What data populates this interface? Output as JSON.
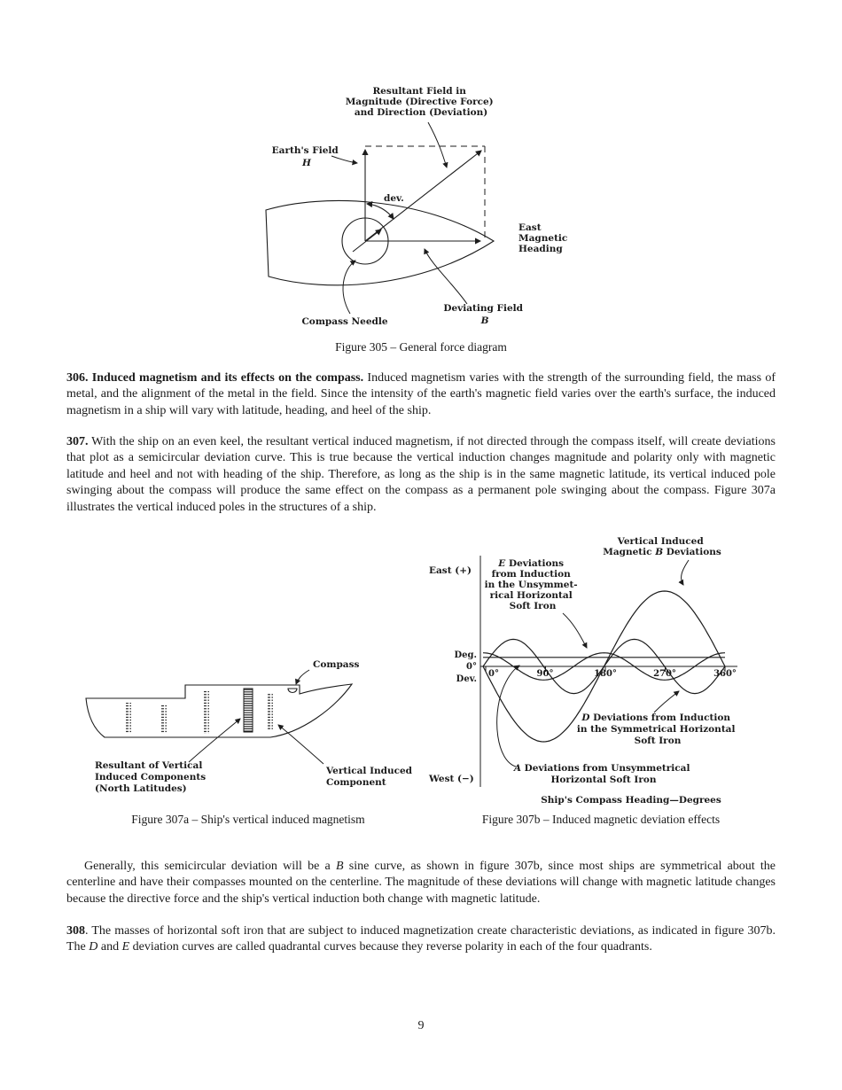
{
  "page": {
    "number": "9"
  },
  "fig305": {
    "caption": "Figure 305 – General force diagram",
    "labels": {
      "resultant": [
        "Resultant Field in",
        "Magnitude (Directive Force)",
        "and Direction (Deviation)"
      ],
      "earth_line1": "Earth's Field",
      "earth_line2": "H",
      "dev": "dev.",
      "east": [
        "East",
        "Magnetic",
        "Heading"
      ],
      "deviating_line1": "Deviating Field",
      "deviating_line2": "B",
      "needle": "Compass Needle"
    }
  },
  "para306": {
    "lead": "306. Induced magnetism and its effects on the compass.",
    "body": " Induced magnetism varies with the strength of the surrounding field, the mass of metal, and the alignment of the metal in the field. Since the intensity of the earth's magnetic field varies over the earth's surface, the induced magnetism in a ship will vary with latitude, heading, and heel of the ship."
  },
  "para307": {
    "lead": "307.",
    "body": " With the ship on an even keel, the resultant vertical induced magnetism, if not directed through the compass itself, will create deviations that plot as a semicircular deviation curve. This is true because the vertical induction changes magnitude and polarity only with magnetic latitude and heel and not with heading of the ship. Therefore, as long as the ship is in the same magnetic latitude, its vertical induced pole swinging about the compass will produce the same effect on the compass as a permanent pole swinging about the compass. Figure 307a illustrates the vertical induced poles in the structures of a ship."
  },
  "fig307a": {
    "caption": "Figure 307a – Ship's vertical induced magnetism",
    "labels": {
      "compass": "Compass",
      "resultant": [
        "Resultant of Vertical",
        "Induced Components",
        "(North Latitudes)"
      ],
      "vertical": [
        "Vertical Induced",
        "Component"
      ]
    }
  },
  "fig307b": {
    "caption": "Figure 307b – Induced magnetic deviation effects",
    "labels": {
      "east": "East (+)",
      "west": "West (−)",
      "deg": "Deg.",
      "zero": "0°",
      "dev": "Dev.",
      "xlabel": "Ship's Compass Heading—Degrees",
      "b1": "Vertical Induced",
      "b2a": "Magnetic ",
      "b2b": "B",
      "b2c": " Deviations",
      "e1a": "E",
      "e1b": " Deviations",
      "e2": "from Induction",
      "e3": "in the Unsymmet-",
      "e4": "rical Horizontal",
      "e5": "Soft Iron",
      "d1a": "D",
      "d1b": " Deviations from Induction",
      "d2": "in the Symmetrical Horizontal",
      "d3": "Soft Iron",
      "a1a": "A",
      "a1b": " Deviations from Unsymmetrical",
      "a2": "Horizontal Soft Iron",
      "tick0": "0°",
      "tick90": "90°",
      "tick180": "180°",
      "tick270": "270°",
      "tick360": "360°"
    },
    "chart": {
      "type": "line",
      "x_label": "Ship's Compass Heading—Degrees",
      "x_range_deg": [
        0,
        360
      ],
      "x_ticks_deg": [
        0,
        90,
        180,
        270,
        360
      ],
      "y_axis": {
        "top": "East (+)",
        "bottom": "West (−)",
        "zero": "0°"
      },
      "grid": false,
      "series": [
        {
          "id": "A",
          "shape": "constant",
          "amplitude": 0.12,
          "label": "A Deviations from Unsymmetrical Horizontal Soft Iron"
        },
        {
          "id": "B",
          "shape": "sin",
          "amplitude": -1.0,
          "label": "Vertical Induced Magnetic B Deviations"
        },
        {
          "id": "D",
          "shape": "sin2",
          "amplitude": 0.36,
          "label": "D Deviations from Induction in the Symmetrical Horizontal Soft Iron"
        },
        {
          "id": "E",
          "shape": "cos2",
          "amplitude": 0.18,
          "label": "E Deviations from Induction in the Unsymmetrical Horizontal Soft Iron"
        }
      ]
    }
  },
  "para_generally": {
    "s0": "Generally, this semicircular deviation will be a ",
    "s1": "B",
    "s2": " sine curve, as shown in figure 307b, since most ships are symmetrical about the centerline and have their compasses mounted on the centerline. The magnitude of these deviations will change with magnetic latitude changes because the directive force and the ship's vertical induction both change with magnetic latitude."
  },
  "para308": {
    "s0": "308",
    "s1": ". The masses of horizontal soft iron that are subject to induced magnetization create characteristic deviations, as indicated in figure 307b. The ",
    "s2": "D",
    "s3": " and ",
    "s4": "E",
    "s5": " deviation curves are called quadrantal curves because they reverse polarity in each of the four quadrants."
  }
}
